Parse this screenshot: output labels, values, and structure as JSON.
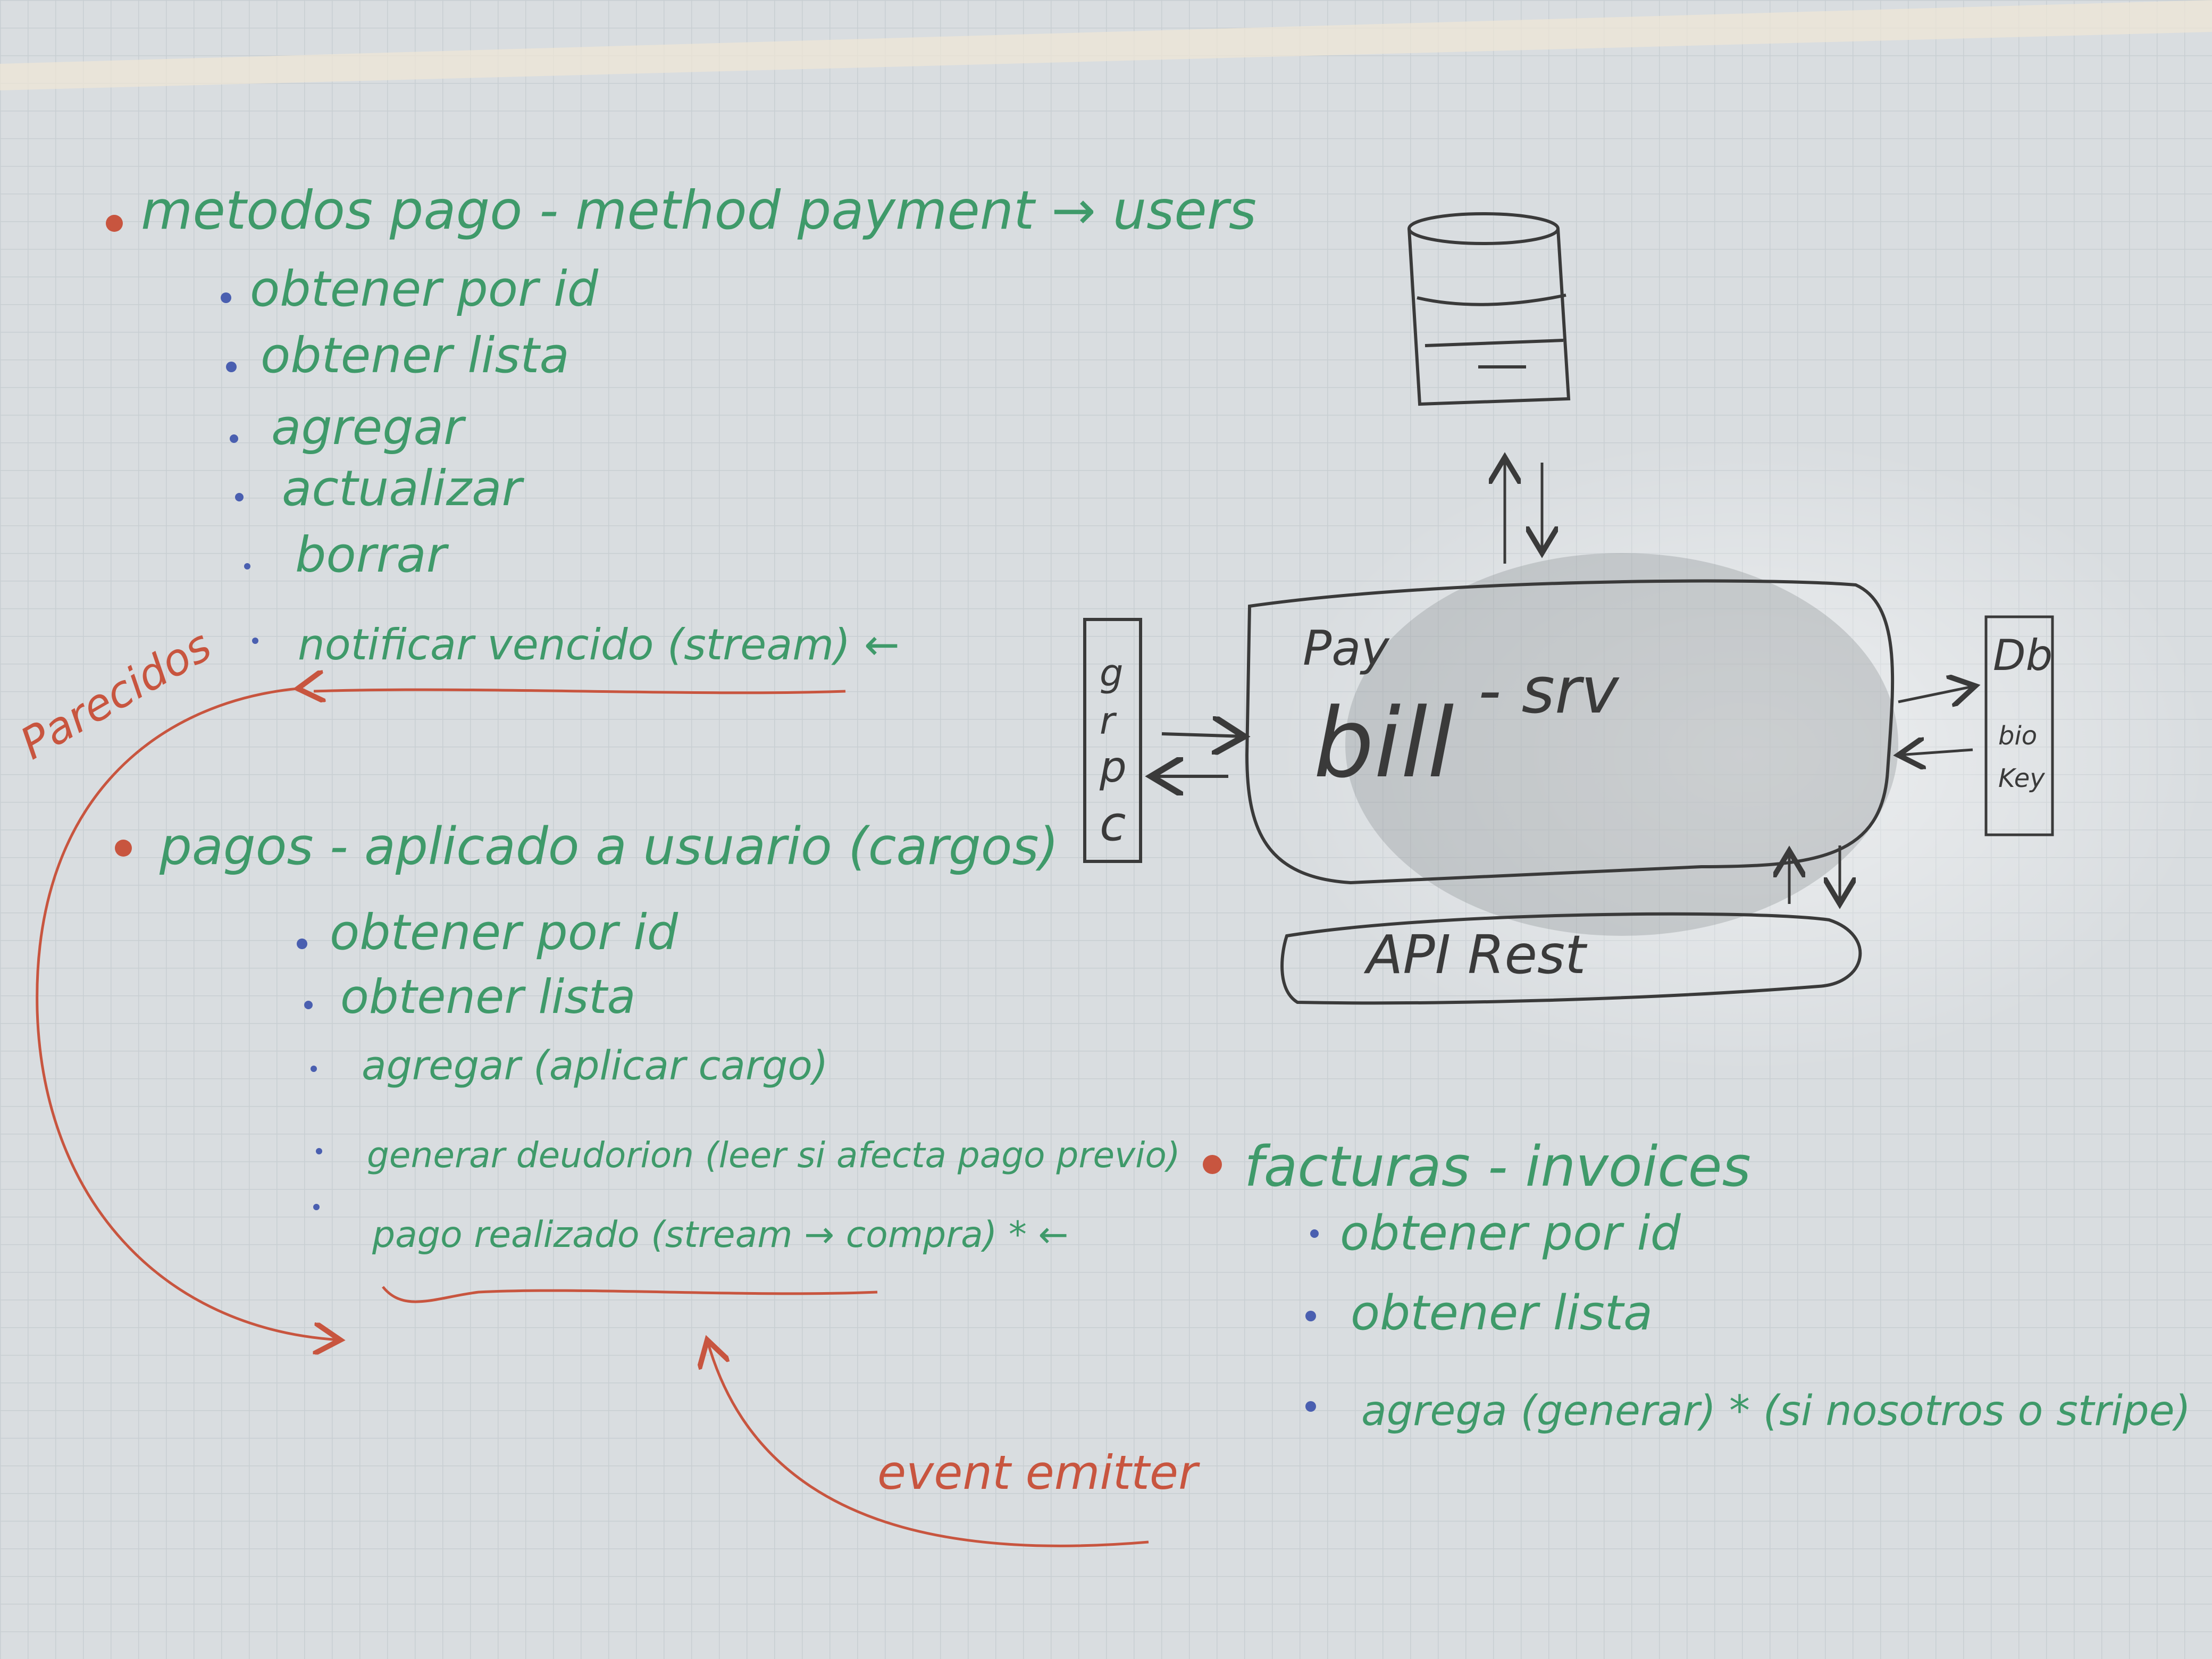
{
  "colors": {
    "board": "#d9dde0",
    "grid": "#b9c0c6",
    "green_marker": "#3f9a6a",
    "red_marker": "#c8553f",
    "black_marker": "#3a3a3a",
    "blue_bullet": "#4a5fb0"
  },
  "section_methods": {
    "heading": "metodos pago - method payment → users",
    "items": [
      "obtener por id",
      "obtener lista",
      "agregar",
      "actualizar",
      "borrar",
      "notificar vencido (stream) ←"
    ]
  },
  "section_pagos": {
    "heading": "pagos - aplicado a usuario (cargos)",
    "items": [
      "obtener por id",
      "obtener lista",
      "agregar (aplicar cargo)",
      "generar deudorion (leer si afecta pago previo)",
      "pago realizado (stream → compra) * ←"
    ]
  },
  "section_facturas": {
    "heading": "facturas - invoices",
    "items": [
      "obtener por id",
      "obtener lista",
      "agrega (generar) * (si nosotros o stripe)"
    ]
  },
  "annotations": {
    "left_arrow_label": "Parecidos",
    "bottom_arrow_label": "event emitter"
  },
  "diagram": {
    "database_icon": "database-cylinder-icon",
    "service_name_top": "Pay",
    "service_name_main": "bill",
    "service_suffix": "- srv",
    "grpc_label": [
      "g",
      "r",
      "p",
      "c"
    ],
    "api_label": "API Rest",
    "db_side_label_top": "Db",
    "db_side_label_bottom": [
      "bio",
      "Key"
    ]
  }
}
